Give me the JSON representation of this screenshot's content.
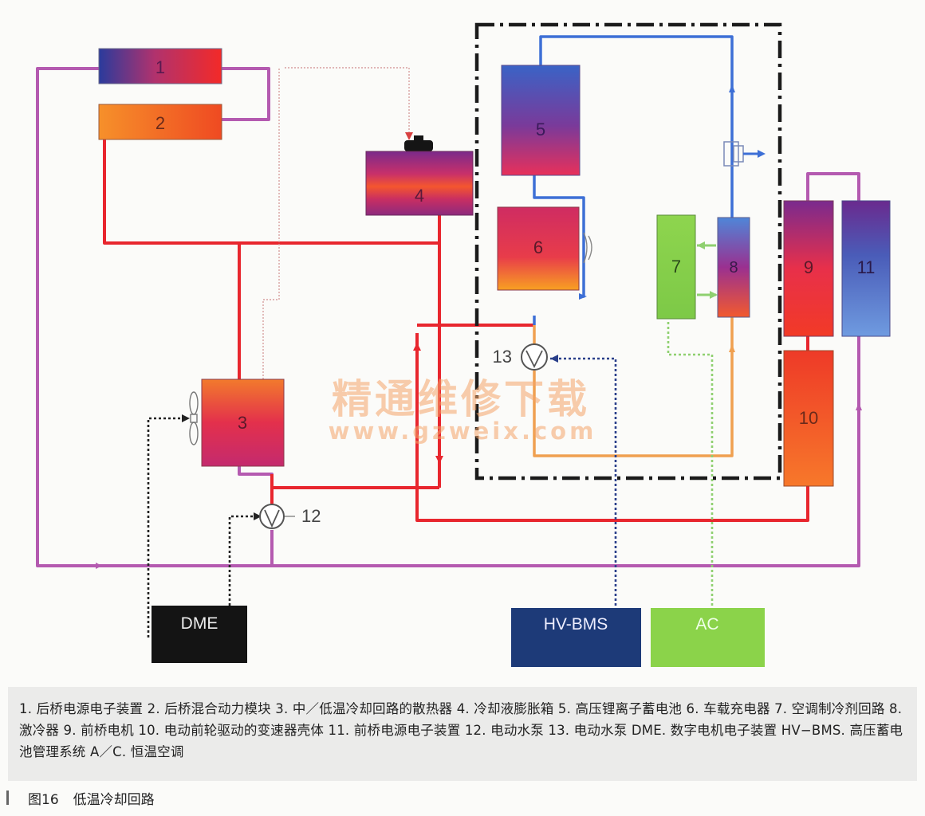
{
  "components": {
    "c1": "1",
    "c2": "2",
    "c3": "3",
    "c4": "4",
    "c5": "5",
    "c6": "6",
    "c7": "7",
    "c8": "8",
    "c9": "9",
    "c10": "10",
    "c11": "11",
    "pump12": "12",
    "pump13": "13"
  },
  "control_units": {
    "dme": "DME",
    "hvbms": "HV-BMS",
    "ac": "AC"
  },
  "watermark": {
    "line1": "精通维修下载",
    "line2": "www.gzweix.com"
  },
  "caption": {
    "text": "1. 后桥电源电子装置 2. 后桥混合动力模块 3. 中／低温冷却回路的散热器 4. 冷却液膨胀箱 5. 高压锂离子蓄电池 6. 车载充电器 7. 空调制冷剂回路 8. 激冷器 9. 前桥电机 10. 电动前轮驱动的变速器壳体 11. 前桥电源电子装置 12. 电动水泵 13. 电动水泵 DME. 数字电机电子装置 HV−BMS. 高压蓄电池管理系统 A／C. 恒温空调"
  },
  "figure": {
    "number": "图16",
    "title": "低温冷却回路"
  },
  "colors": {
    "pipe_red": "#e8262e",
    "pipe_purple": "#b45ab0",
    "pipe_blue": "#3d6fd6",
    "pipe_orange": "#f0a050",
    "signal_green": "#8fd070",
    "dme_box": "#141414",
    "hvbms_box": "#1d3a78",
    "ac_box": "#8bd34a"
  }
}
